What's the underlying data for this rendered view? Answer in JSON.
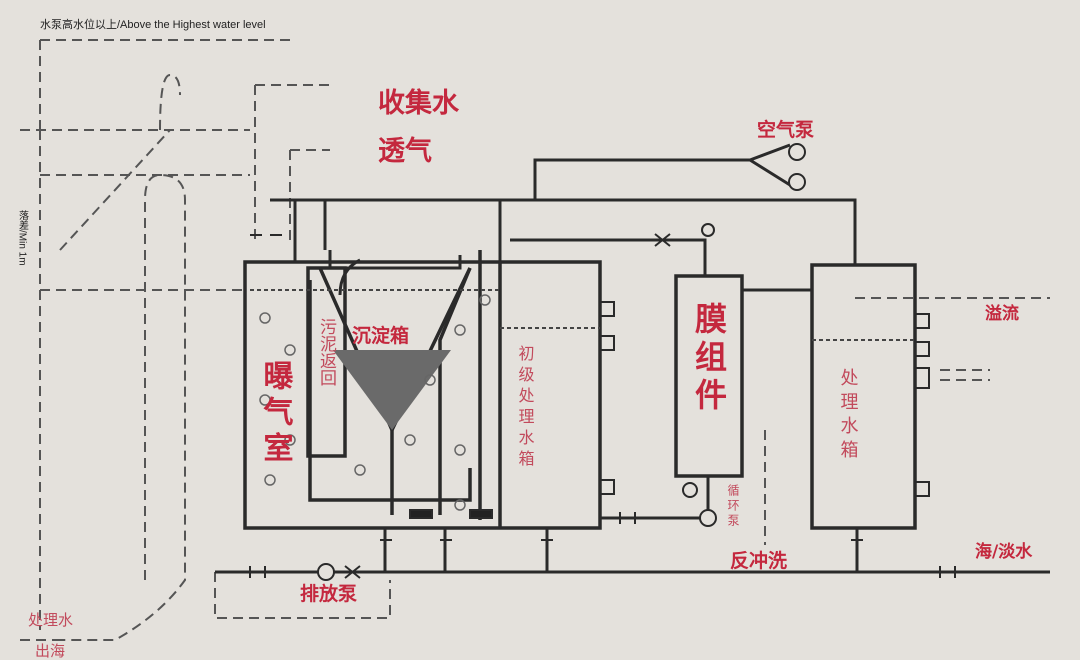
{
  "header_note": "水泵高水位以上/Above the Highest water level",
  "height_note": "落差/Min 1m",
  "labels": {
    "collect_water": "收集水",
    "vent": "透气",
    "air_pump": "空气泵",
    "aeration_chamber": "曝气室",
    "sludge_return": "污泥返回",
    "settling_tank": "沉淀箱",
    "primary_tank": "初级处理水箱",
    "membrane_module": "膜组件",
    "circulation_pump": "循环泵",
    "backwash": "反冲洗",
    "treated_tank": "处理水箱",
    "overflow": "溢流",
    "sea_fresh_water": "海/淡水",
    "discharge_pump": "排放泵",
    "treated_water": "处理水",
    "to_sea": "出海"
  },
  "colors": {
    "label": "#c4283e",
    "line": "#2a2a2a",
    "paper": "#e4e1dc"
  }
}
